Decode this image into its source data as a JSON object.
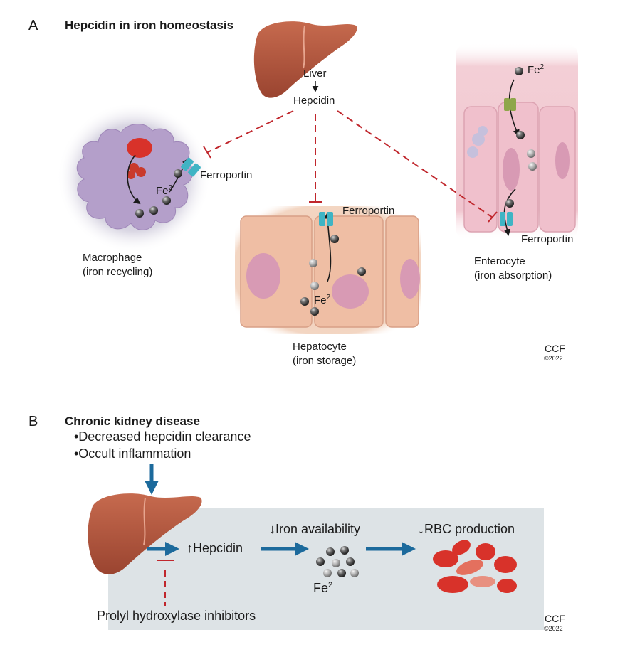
{
  "panel_a": {
    "letter": "A",
    "title": "Hepcidin in iron homeostasis",
    "liver_label": "Liver",
    "hepcidin_label": "Hepcidin",
    "macrophage": {
      "name": "Macrophage",
      "role": "(iron recycling)",
      "ferroportin": "Ferroportin",
      "iron": "Fe",
      "iron_sup": "2"
    },
    "hepatocyte": {
      "name": "Hepatocyte",
      "role": "(iron storage)",
      "ferroportin": "Ferroportin",
      "iron": "Fe",
      "iron_sup": "2"
    },
    "enterocyte": {
      "name": "Enterocyte",
      "role": "(iron absorption)",
      "ferroportin": "Ferroportin",
      "iron": "Fe",
      "iron_sup": "2"
    },
    "credit": "CCF",
    "copyright": "©2022"
  },
  "panel_b": {
    "letter": "B",
    "title": "Chronic kidney disease",
    "bullets": [
      "•Decreased hepcidin clearance",
      "•Occult inflammation"
    ],
    "hepcidin_label": "Hepcidin",
    "iron_label": "Iron availability",
    "rbc_label": "RBC production",
    "iron": "Fe",
    "iron_sup": "2",
    "inhibitor_label": "Prolyl hydroxylase inhibitors",
    "credit": "CCF",
    "copyright": "©2022"
  },
  "colors": {
    "liver": "#b8563c",
    "hepcidin_inhibition": "#c0272d",
    "arrow_blue": "#1c6a9c",
    "ferroportin": "#3fb4c4",
    "macrophage": "#b9a3cc",
    "rbc": "#d8322a",
    "panel_b_bg": "#dde3e6"
  }
}
